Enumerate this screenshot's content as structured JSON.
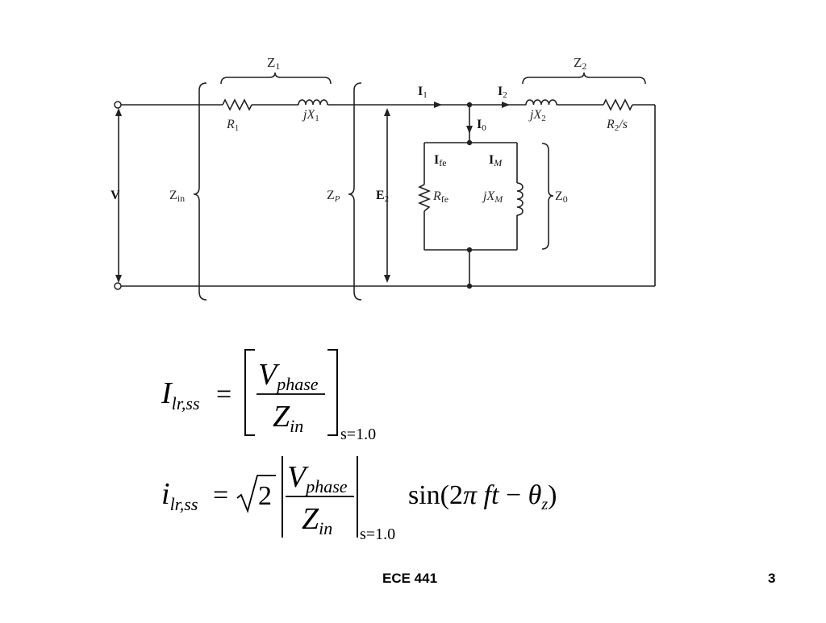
{
  "circuit": {
    "z1": [
      "Z",
      "1"
    ],
    "z2": [
      "Z",
      "2"
    ],
    "r1": [
      "R",
      "1"
    ],
    "jx1": [
      "jX",
      "1"
    ],
    "jx2": [
      "jX",
      "2"
    ],
    "r2s": [
      "R",
      "2",
      "/s"
    ],
    "i1": [
      "I",
      "1"
    ],
    "i2": [
      "I",
      "2"
    ],
    "i0": [
      "I",
      "0"
    ],
    "ife": [
      "I",
      "fe"
    ],
    "im": [
      "I",
      "M"
    ],
    "rfe": [
      "R",
      "fe"
    ],
    "jxm": [
      "jX",
      "M"
    ],
    "z0": [
      "Z",
      "0"
    ],
    "v": "V",
    "zin": [
      "Z",
      "in"
    ],
    "zp": [
      "Z",
      "P"
    ],
    "e2": [
      "E",
      "2"
    ]
  },
  "equations": {
    "eq1": {
      "lhs": [
        "I",
        "lr,ss"
      ],
      "equals": "=",
      "numerator": [
        "V",
        "phase"
      ],
      "denominator": [
        "Z",
        "in"
      ],
      "eval_at": "s=1.0"
    },
    "eq2": {
      "lhs": [
        "i",
        "lr,ss"
      ],
      "equals": "=",
      "sqrt_arg": "2",
      "numerator": [
        "V",
        "phase"
      ],
      "denominator": [
        "Z",
        "in"
      ],
      "eval_at": "s=1.0",
      "sin_parts": [
        "sin(2",
        "π",
        " ft",
        " − ",
        "θ",
        "z",
        ")"
      ]
    }
  },
  "footer": {
    "course": "ECE 441",
    "page_number": "3"
  }
}
